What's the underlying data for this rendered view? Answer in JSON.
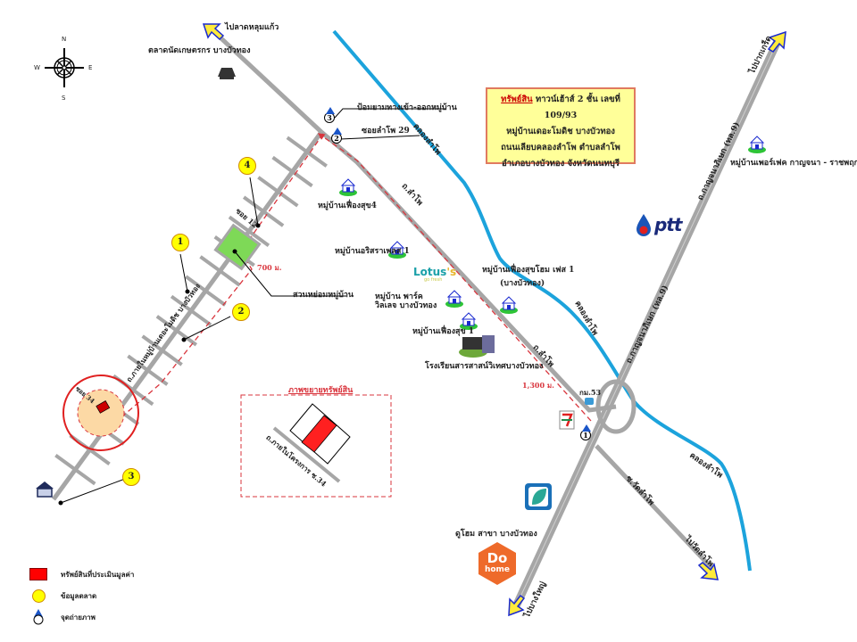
{
  "compass": {
    "n": "N",
    "s": "S",
    "e": "E",
    "w": "W"
  },
  "info_box": {
    "heading": "ทรัพย์สิน",
    "line1": "ทาวน์เฮ้าส์ 2 ชั้น เลขที่ 109/93",
    "line2": "หมู่บ้านเดอะโมดิช บางบัวทอง",
    "line3": "ถนนเลียบคลองลำโพ ตำบลลำโพ",
    "line4": "อำเภอบางบัวทอง จังหวัดนนทบุรี"
  },
  "directions": {
    "to_pak_kret": "ไปปากเกร็ด",
    "to_lat_lum_kaeo": "ไปลาดหลุมแก้ว",
    "to_wat_lam_pho": "ไปวัดลำโพ",
    "to_bang_yai": "ไปบางใหญ่"
  },
  "roads": {
    "kanchanaphisek_upper": "ถ.กาญจนาภิเษก (ทล.9)",
    "kanchanaphisek_lower": "ถ.กาญจนาภิเษก (ทล.9)",
    "lam_pho_1": "ถ.ลำโพ",
    "lam_pho_2": "ถ.ลำโพ",
    "soi_lam_pho_29": "ซอยลำโพ 29",
    "soi_12": "ซอย 12",
    "soi_34": "ซอย 34",
    "village_main_road": "ถ.ภายในหมู่บ้านเดอะโมดิช บางบัวทอง",
    "wat_lam_pho_road": "ซ.วัดลำโพ",
    "km53": "กม.53"
  },
  "canals": {
    "upper": "คลองลำโพ",
    "middle": "คลองลำโพ",
    "lower": "คลองลำโพ"
  },
  "landmarks": {
    "agri_market": "ตลาดนัดเกษตรกร บางบัวทอง",
    "guard_post": "ป้อมยามทางเข้า-ออกหมู่บ้าน",
    "village_park": "สวนหย่อมหมู่บ้าน",
    "fuengsuk4": "หมู่บ้านเฟื่องสุข4",
    "arisara": "หมู่บ้านอริสราเพลส 1",
    "fuengsuk_home": "หมู่บ้านเฟื่องสุขโฮม เฟส 1",
    "fuengsuk_home_sub": "(บางบัวทอง)",
    "park_ville": "หมู่บ้าน พาร์ค วิลเลจ บางบัวทอง",
    "fuengsuk1": "หมู่บ้านเฟื่องสุข 1",
    "school": "โรงเรียนสารสาสน์วิเทศบางบัวทอง",
    "perfect": "หมู่บ้านเพอร์เฟค กาญจนา - ราชพฤกษ์",
    "dohome_branch": "ดูโฮม สาขา บางบัวทอง"
  },
  "brands": {
    "lotus": "Lotus",
    "lotus_s": "'s",
    "lotus_sub": "go fresh",
    "ptt": "ptt",
    "dohome_1": "Do",
    "dohome_2": "home"
  },
  "distances": {
    "d700": "700 ม.",
    "d1300": "1,300 ม."
  },
  "markers": {
    "market": [
      "1",
      "2",
      "3",
      "4"
    ],
    "photo": [
      "1",
      "2",
      "3"
    ]
  },
  "inset": {
    "title": "ภาพขยายทรัพย์สิน",
    "road": "ถ.ภายในโครงการ ซ.34"
  },
  "legend": {
    "property": "ทรัพย์สินที่ประเมินมูลค่า",
    "market_data": "ข้อมูลตลาด",
    "photo_point": "จุดถ่ายภาพ"
  },
  "colors": {
    "road": "#a6a6a6",
    "canal": "#1ca3dc",
    "route": "#d9363e",
    "marker": "#ffff00",
    "property": "#ff0000",
    "park": "#7ed957",
    "info_bg": "#ffff99"
  }
}
